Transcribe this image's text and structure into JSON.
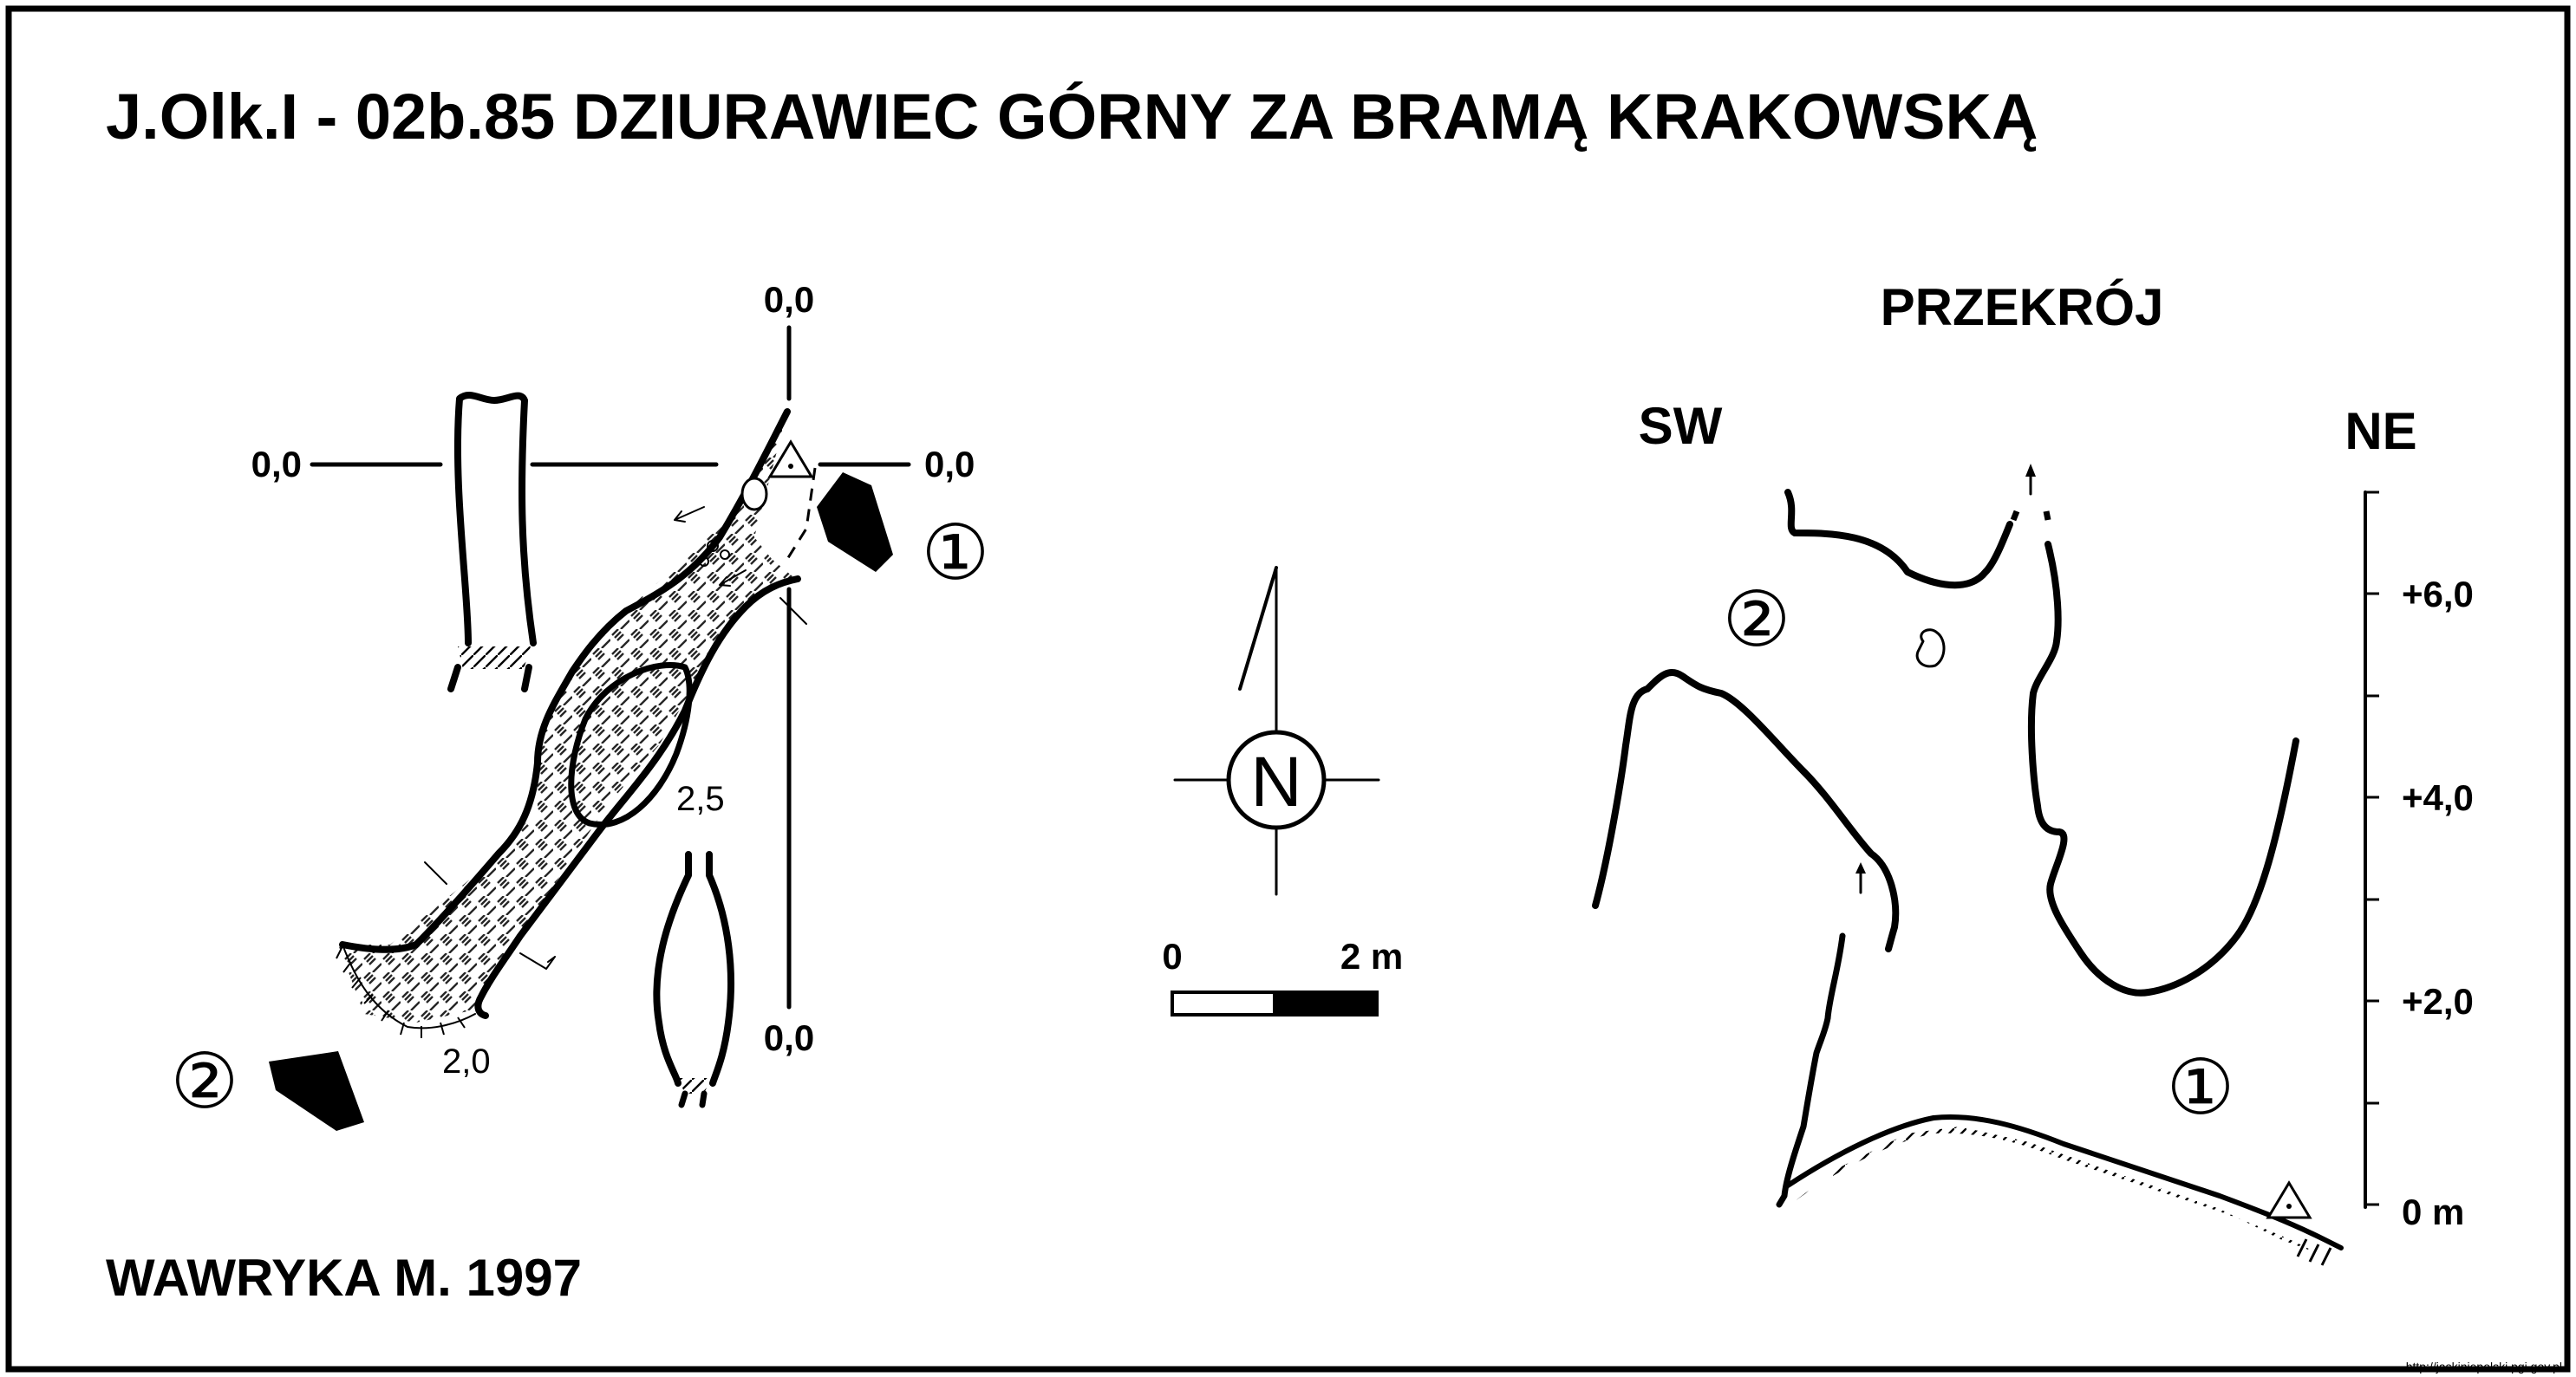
{
  "title": "J.Olk.I - 02b.85  DZIURAWIEC GÓRNY ZA BRAMĄ KRAKOWSKĄ",
  "author": "WAWRYKA M. 1997",
  "source_url": "http://jaskiniepolski.pgi.gov.pl",
  "plan": {
    "level_top": "0,0",
    "level_left": "0,0",
    "level_right": "0,0",
    "level_bottom": "0,0",
    "depth_mid": "2,5",
    "depth_low": "2,0",
    "entrance_1": "①",
    "entrance_2": "②"
  },
  "north_arrow": {
    "letter": "N"
  },
  "scale_bar": {
    "start": "0",
    "end": "2 m"
  },
  "section": {
    "heading": "PRZEKRÓJ",
    "dir_left": "SW",
    "dir_right": "NE",
    "entrance_1": "①",
    "entrance_2": "②",
    "axis_labels": [
      "+6,0",
      "+4,0",
      "+2,0",
      "0 m"
    ]
  }
}
